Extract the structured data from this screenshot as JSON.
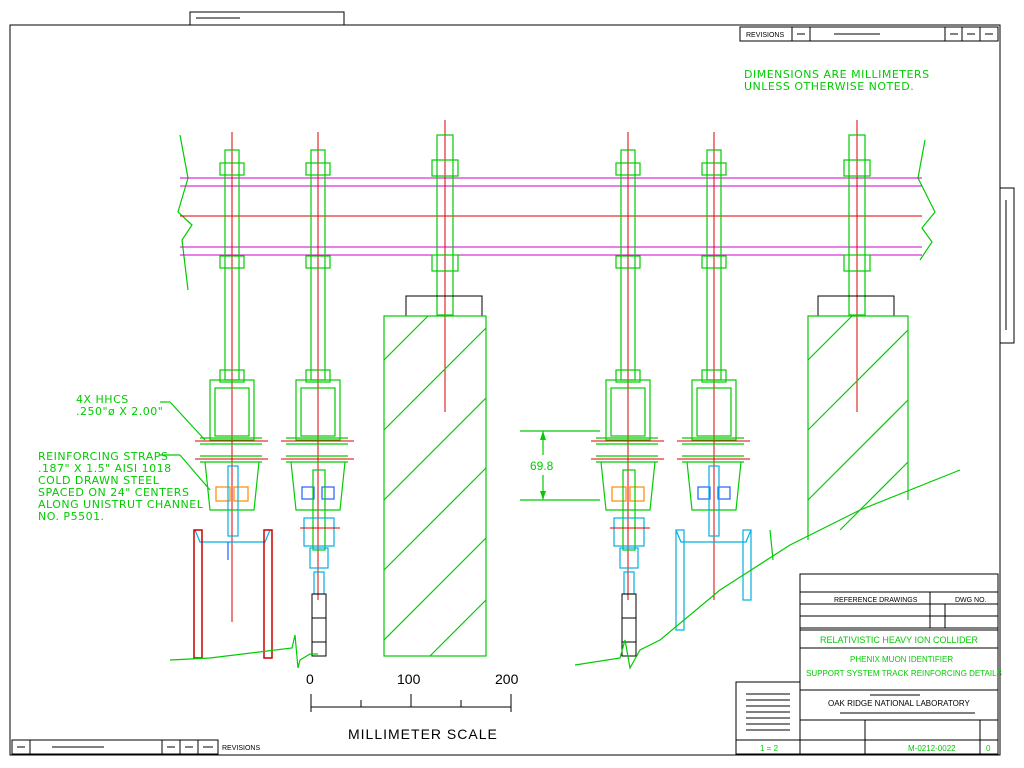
{
  "sheet": {
    "revisions_top": "REVISIONS",
    "revisions_bottom": "REVISIONS"
  },
  "notes": {
    "dimensions_line1": "DIMENSIONS ARE MILLIMETERS",
    "dimensions_line2": "UNLESS OTHERWISE NOTED."
  },
  "callouts": {
    "hhcs_line1": "4X HHCS",
    "hhcs_line2": ".250\"ø X 2.00\"",
    "straps_line1": "REINFORCING STRAPS",
    "straps_line2": ".187\" X 1.5\" AISI 1018",
    "straps_line3": "COLD DRAWN STEEL",
    "straps_line4": "SPACED ON 24\" CENTERS",
    "straps_line5": "ALONG UNISTRUT CHANNEL",
    "straps_line6": "NO. P5501."
  },
  "dimension": {
    "value": "69.8"
  },
  "scale": {
    "tick0": "0",
    "tick100": "100",
    "tick200": "200",
    "label": "MILLIMETER SCALE"
  },
  "title_block": {
    "reference_drawings": "REFERENCE DRAWINGS",
    "dwg_no_header": "DWG NO.",
    "project": "RELATIVISTIC HEAVY ION COLLIDER",
    "title_line1": "PHENIX MUON IDENTIFIER",
    "title_line2": "SUPPORT SYSTEM TRACK REINFORCING DETAILS",
    "organization": "OAK RIDGE NATIONAL LABORATORY",
    "scale_value": "1 = 2",
    "drawing_number": "M-0212-0022",
    "revision": "0"
  },
  "colors": {
    "geometry": "#00cc00",
    "centerline": "#dd0000",
    "channel": "#cc00cc",
    "track": "#00b0e0",
    "border": "#000000"
  }
}
